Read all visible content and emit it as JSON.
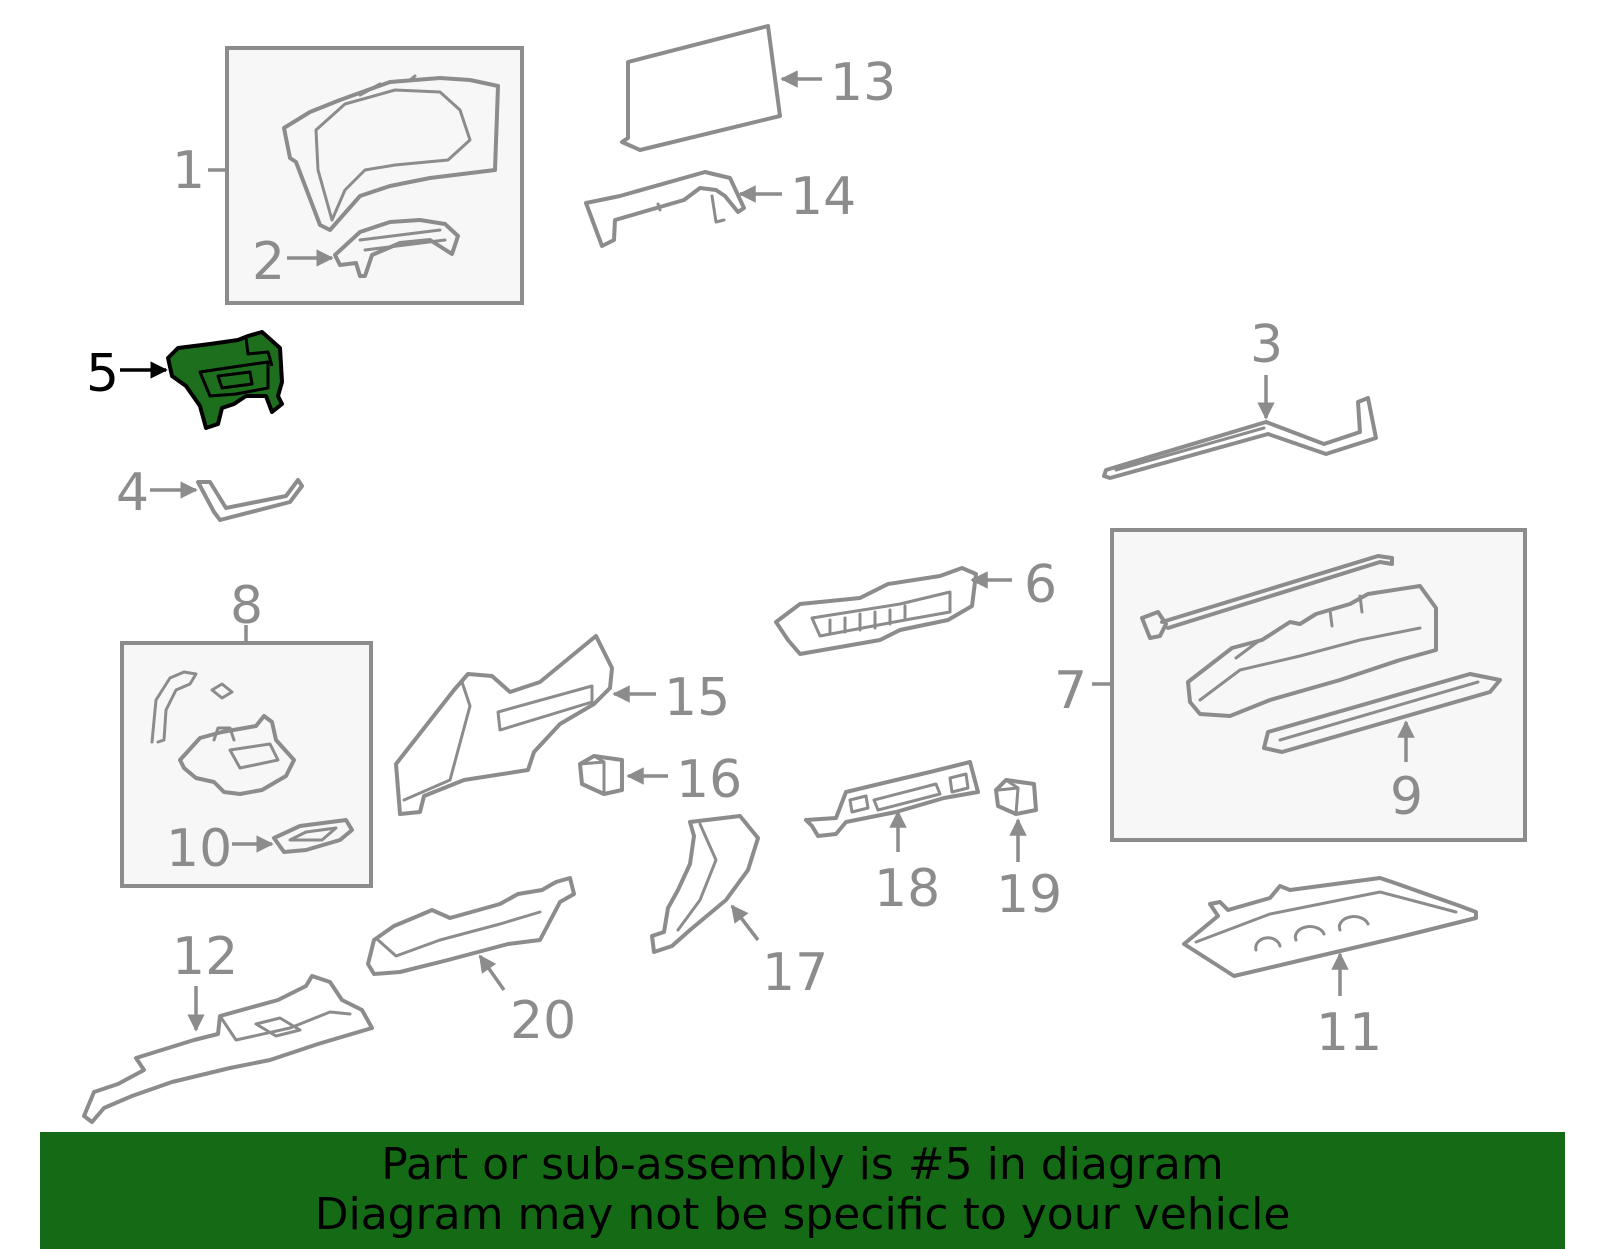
{
  "callouts": {
    "c1": "1",
    "c2": "2",
    "c3": "3",
    "c4": "4",
    "c5": "5",
    "c6": "6",
    "c7": "7",
    "c8": "8",
    "c9": "9",
    "c10": "10",
    "c11": "11",
    "c12": "12",
    "c13": "13",
    "c14": "14",
    "c15": "15",
    "c16": "16",
    "c17": "17",
    "c18": "18",
    "c19": "19",
    "c20": "20"
  },
  "highlight": {
    "part_number": "5",
    "fill_color": "#1d6e1d"
  },
  "banner": {
    "line1": "Part or sub-assembly is #5 in diagram",
    "line2": "Diagram may not be specific to your vehicle",
    "background_color": "#156b15"
  },
  "colors": {
    "part_stroke": "#8c8c8c",
    "group_box_fill": "#f7f7f7"
  }
}
